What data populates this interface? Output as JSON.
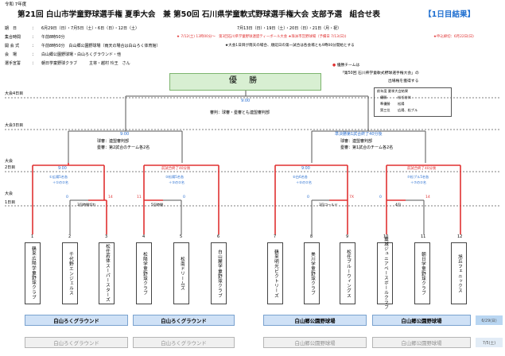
{
  "header": {
    "era": "令和 7年度",
    "title": "第21回 白山市学童野球選手権 夏季大会　兼 第50回 石川県学童軟式野球選手権大会 支部予選　組合せ表",
    "result_tag": "【1日目結果】"
  },
  "info": [
    {
      "label": "期　日",
      "value": "6月29日（日）・7月5日（土）・6日（日）・12日（土）"
    },
    {
      "label": "集合時間",
      "value": "午前8時50分"
    },
    {
      "label": "開 会 式",
      "value": "午前8時50分　白山郷公園野球場（雨天の場合は白山ろく体育館）"
    },
    {
      "label": "会　場",
      "value": "白山郷公園野球場・白山ろくグラウンド・他"
    },
    {
      "label": "選手宣誓",
      "value": "朝日学童野球クラブ　　　主将・越村 玲王　さん"
    }
  ],
  "info_right": {
    "dates2": "7月13日（日）・19日（土）・20日（日）・21日（月・祝）",
    "note_red": "★ 7/12(土) 13時00分〜　第3回石川県学童野球連盟ティーボール大会 ★珠洲市営野球場（予備日 7/13(日))",
    "deadline": "★申込締切：6月22日(日)",
    "rain_note": "★大会1日目が雨天の場合、順延日の第一試合は各会場とも9時00分開始とする"
  },
  "champion": {
    "text": "優 勝"
  },
  "champion_note": {
    "line1": "優勝チームは",
    "line2": "「第50回 石川県学童軟式野球選手権大会」の",
    "line3": "出場権を獲得する"
  },
  "prev_winners": {
    "title": "前年度 夏季大会結果",
    "rows": [
      {
        "rank": "優勝",
        "team": "松任若体"
      },
      {
        "rank": "準優勝",
        "team": "松陽"
      },
      {
        "rank": "第三位",
        "team": "広陽、松ブル"
      }
    ]
  },
  "rounds": {
    "r4": "大会4日目",
    "r3": "大会3日目",
    "r2a": "大会",
    "r2b": "2日目",
    "r1a": "大会",
    "r1b": "1日目"
  },
  "final": {
    "time": "9:00",
    "umpire": "審判：球審・塁審とも連盟審判部"
  },
  "semi_left": {
    "time": "9:00",
    "umpire1": "球審：連盟審判部",
    "umpire2": "塁審：第2試合のチーム各2名"
  },
  "semi_right": {
    "time": "準決勝第1試合終了40分後",
    "umpire1": "球審：連盟審判部",
    "umpire2": "塁審：第1試合のチーム各2名"
  },
  "qf": [
    {
      "time": "9:00",
      "note1": "①広陽5名各",
      "note2": "＋①の②名"
    },
    {
      "time": "前試合終了40分後",
      "note1": "③松陽5名各",
      "note2": "＋③の②名"
    },
    {
      "time": "9:00",
      "note1": "⑤白6名各",
      "note2": "＋⑤の②名"
    },
    {
      "time": "前試合終了40分後",
      "note1": "⑦松ブル5名各",
      "note2": "＋⑦の②名"
    }
  ],
  "r1_scores": [
    {
      "left": "0",
      "right": "14"
    },
    {
      "left": "11",
      "right": "0"
    },
    {
      "left": "0",
      "right": "7X"
    },
    {
      "left": "0",
      "right": "14"
    }
  ],
  "r1_notes": [
    "3回時間切れ",
    "5回時間",
    "3回コールド",
    "4回"
  ],
  "teams": [
    {
      "no": "1",
      "name": "鶴来広陽学童野球クラブ"
    },
    {
      "no": "2",
      "name": "千代野エンジェルス"
    },
    {
      "no": "3",
      "name": "松任若体スーパースターズ"
    },
    {
      "no": "4",
      "name": "松陽学童野球クラブ"
    },
    {
      "no": "5",
      "name": "松南ドリームズ"
    },
    {
      "no": "6",
      "name": "白山麓学童野球クラブ"
    },
    {
      "no": "7",
      "name": "鶴来明光ビクトリーズ"
    },
    {
      "no": "8",
      "name": "美川学童野球クラブ"
    },
    {
      "no": "9",
      "name": "松任ブルーウィングス"
    },
    {
      "no": "10",
      "name": "蕪城ジュニアベースボールクラブ"
    },
    {
      "no": "11",
      "name": "朝日学童野球クラブ"
    },
    {
      "no": "12",
      "name": "旭丘フェニックス"
    }
  ],
  "venues": {
    "row1": [
      "白山ろくグラウンド",
      "白山ろくグラウンド",
      "白山郷公園野球場",
      "白山郷公園野球場"
    ],
    "row2": [
      "白山ろくグラウンド",
      "白山ろくグラウンド",
      "白山郷公園野球場",
      "白山郷公園野球場"
    ],
    "date1": "6/29(日)",
    "date2": "7/5(土)"
  },
  "colors": {
    "winner_line": "#e03030",
    "normal_line": "#555555",
    "score_blue": "#2a6fd0",
    "champion_bg": "#d8efd2",
    "venue_bg": "#cfe1f6"
  }
}
